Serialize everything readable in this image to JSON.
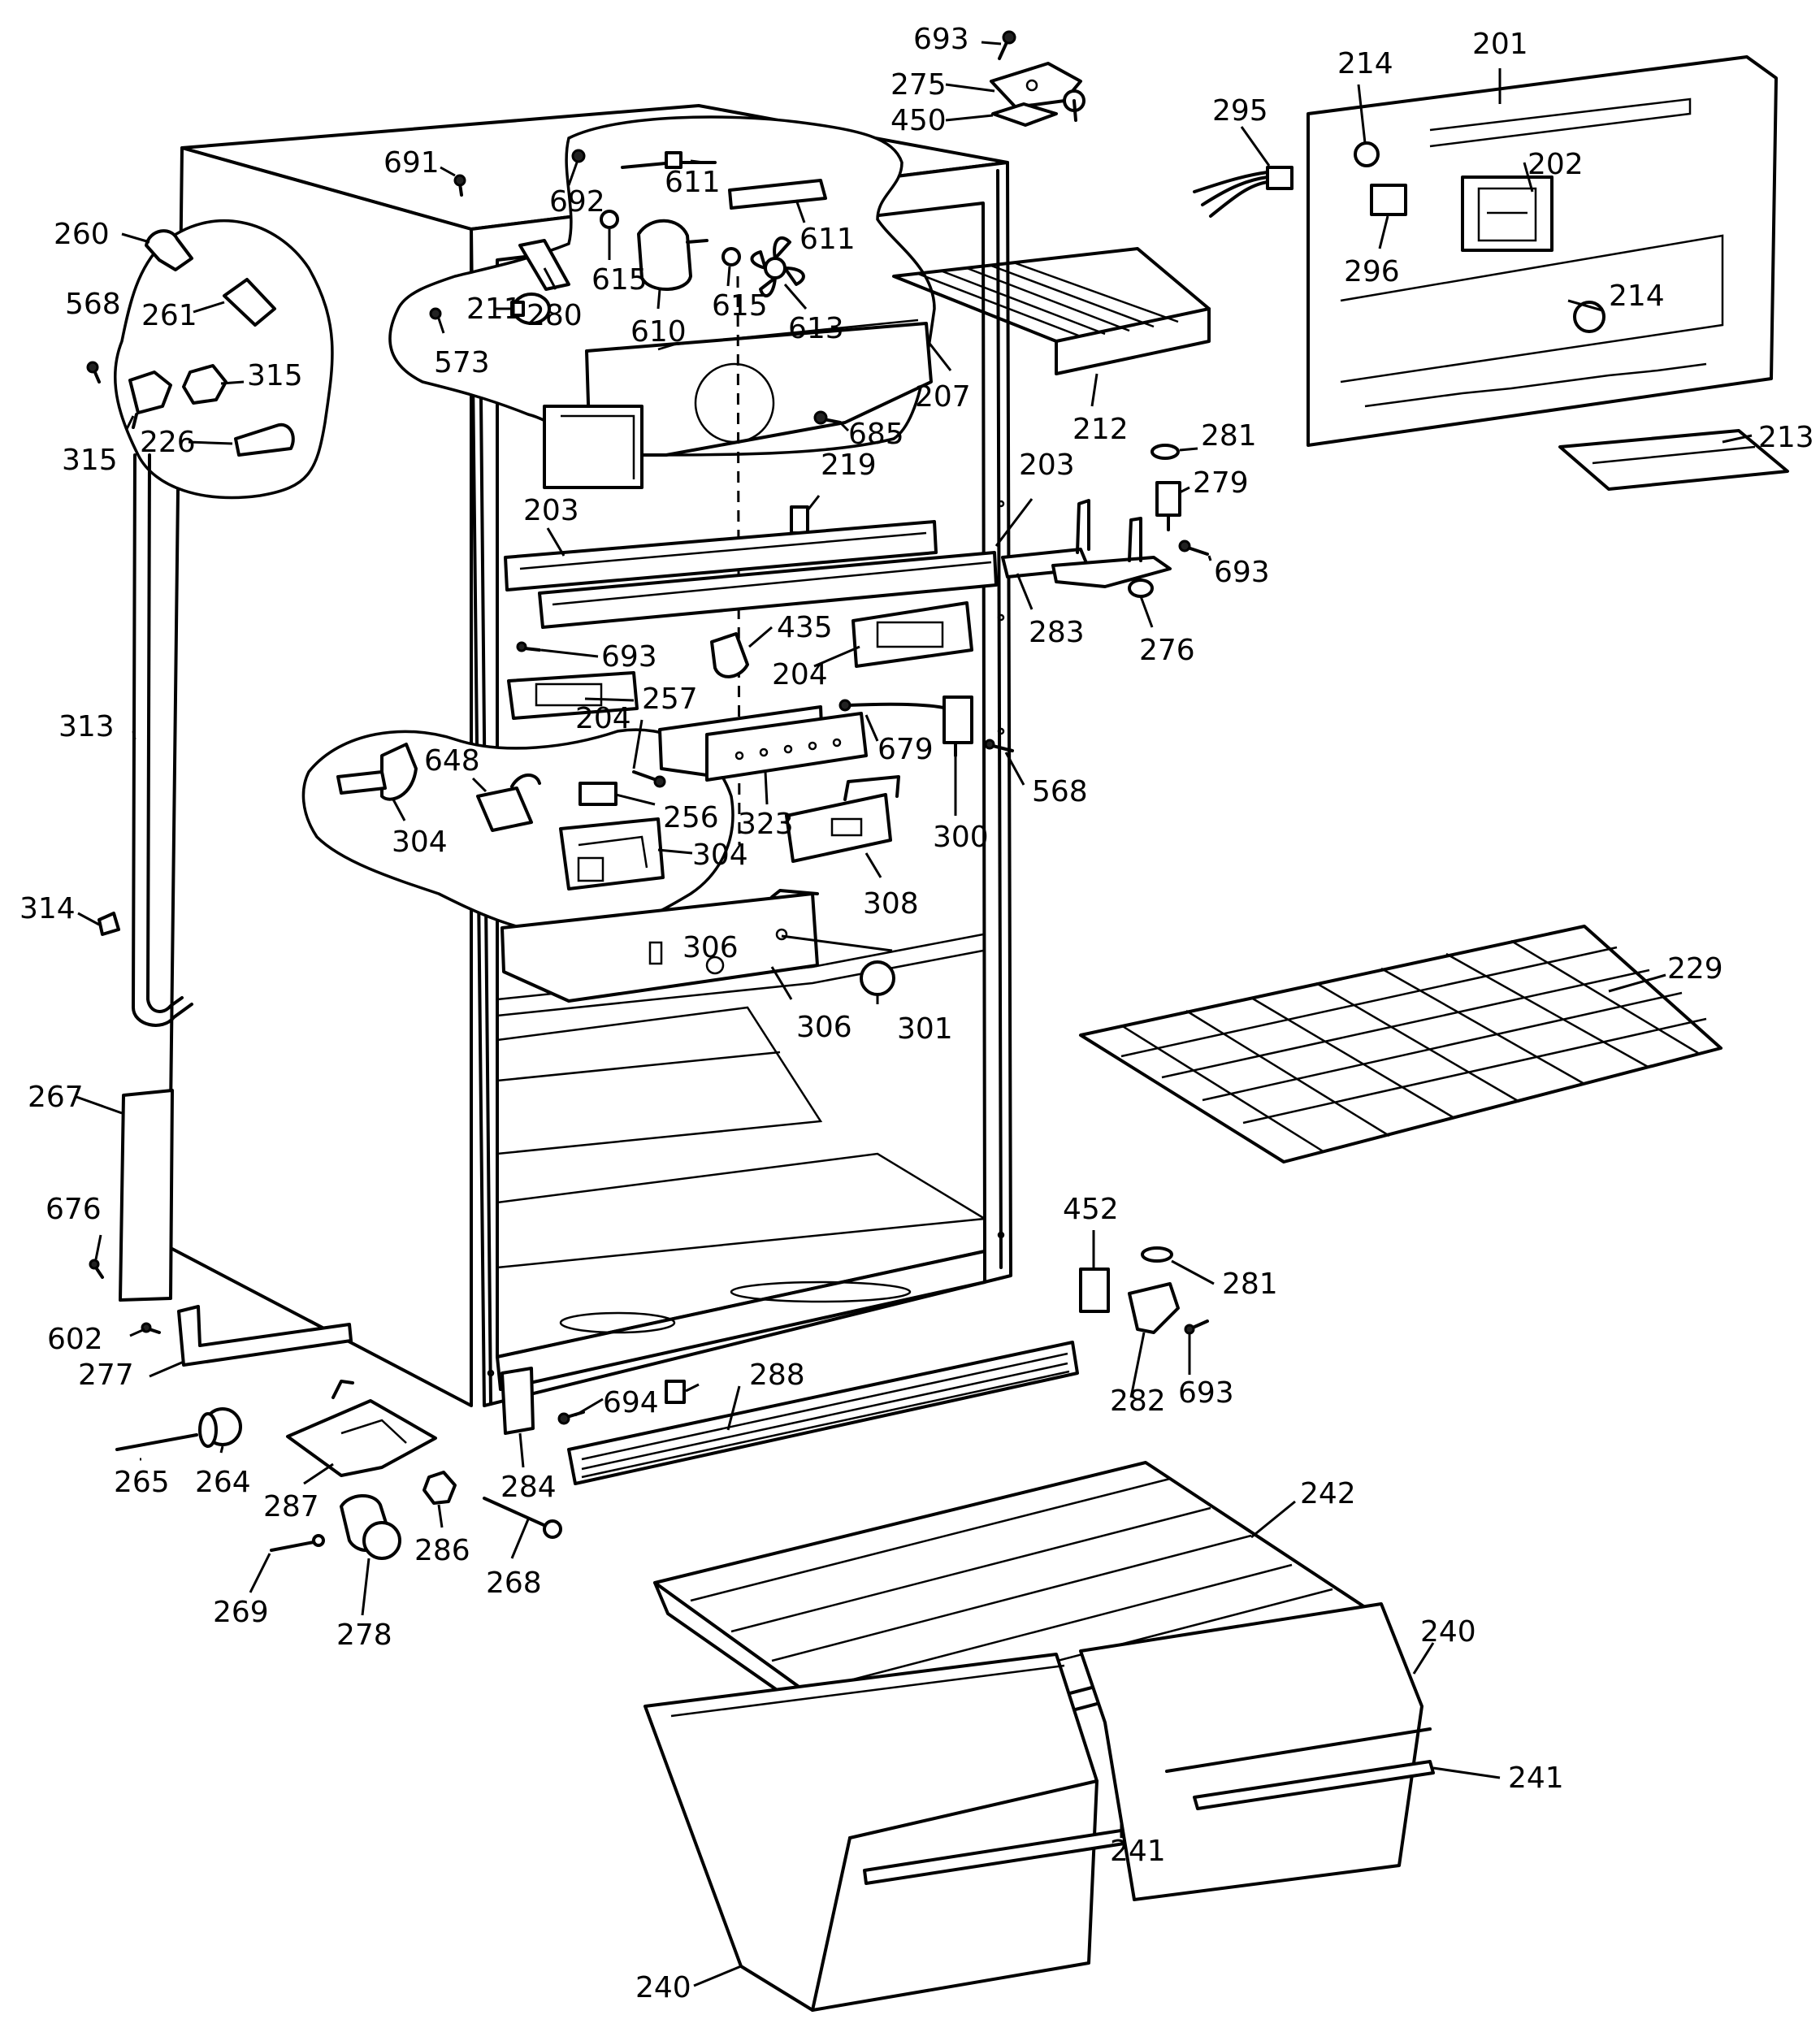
{
  "labels": {
    "l693a": "693",
    "l275": "275",
    "l450": "450",
    "l214a": "214",
    "l201": "201",
    "l295": "295",
    "l202": "202",
    "l296": "296",
    "l214b": "214",
    "l213": "213",
    "l691": "691",
    "l692": "692",
    "l611a": "611",
    "l611b": "611",
    "l260": "260",
    "l615a": "615",
    "l615b": "615",
    "l568a": "568",
    "l261": "261",
    "l211": "211",
    "l280": "280",
    "l610": "610",
    "l613": "613",
    "l573": "573",
    "l315a": "315",
    "l315b": "315",
    "l226": "226",
    "l207": "207",
    "l212": "212",
    "l685": "685",
    "l281a": "281",
    "l279": "279",
    "l219": "219",
    "l203a": "203",
    "l203b": "203",
    "l693b": "693",
    "l283": "283",
    "l276": "276",
    "l435": "435",
    "l693c": "693",
    "l204a": "204",
    "l204b": "204",
    "l257": "257",
    "l313": "313",
    "l648": "648",
    "l679": "679",
    "l568b": "568",
    "l256": "256",
    "l323": "323",
    "l300": "300",
    "l304a": "304",
    "l304b": "304",
    "l308": "308",
    "l314": "314",
    "l306a": "306",
    "l306b": "306",
    "l301": "301",
    "l229": "229",
    "l267": "267",
    "l676": "676",
    "l452": "452",
    "l281b": "281",
    "l602": "602",
    "l277": "277",
    "l288": "288",
    "l282": "282",
    "l693d": "693",
    "l694": "694",
    "l265": "265",
    "l264": "264",
    "l287": "287",
    "l284": "284",
    "l242": "242",
    "l286": "286",
    "l268": "268",
    "l269": "269",
    "l278": "278",
    "l240a": "240",
    "l241a": "241",
    "l241b": "241",
    "l240b": "240"
  }
}
